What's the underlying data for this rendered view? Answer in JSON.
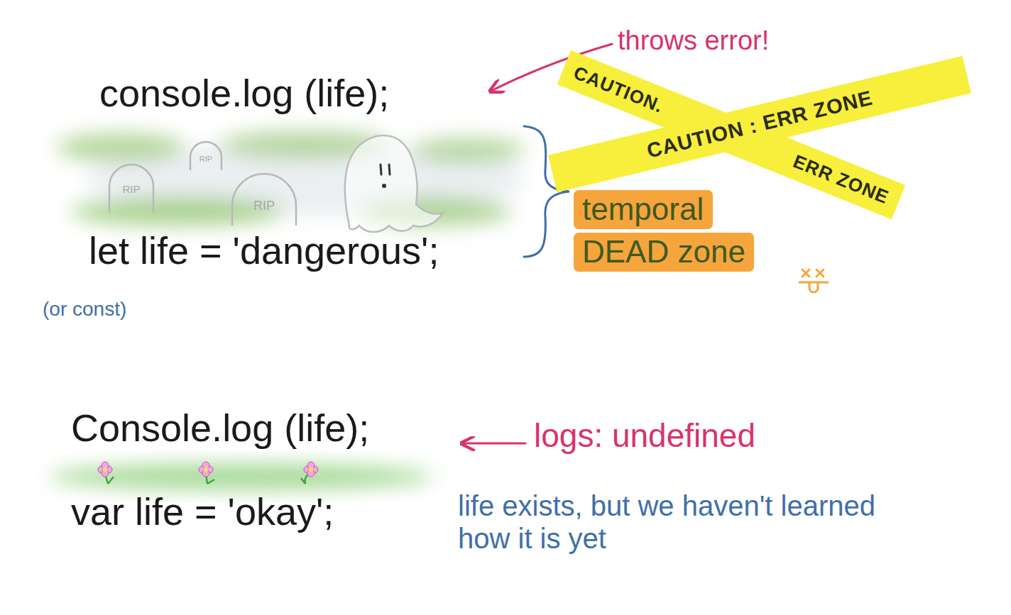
{
  "diagram": {
    "nodes": [
      {
        "text": [
          "CAUTION.",
          "ERR ZONE"
        ]
      },
      {
        "text": [
          "CAUTION : ERR ZONE"
        ]
      },
      {
        "text": [
          "temporal"
        ]
      },
      {
        "text": [
          "DEAD zone"
        ]
      }
    ],
    "labels": [
      "console.log (life);",
      "throws error!",
      "RIP",
      "RIP",
      "RIP",
      "let life = 'dangerous';",
      "(or const)",
      "Console.log (life);",
      "logs: undefined",
      "var life = 'okay';",
      "life exists, but we haven't learned how it is yet"
    ]
  }
}
